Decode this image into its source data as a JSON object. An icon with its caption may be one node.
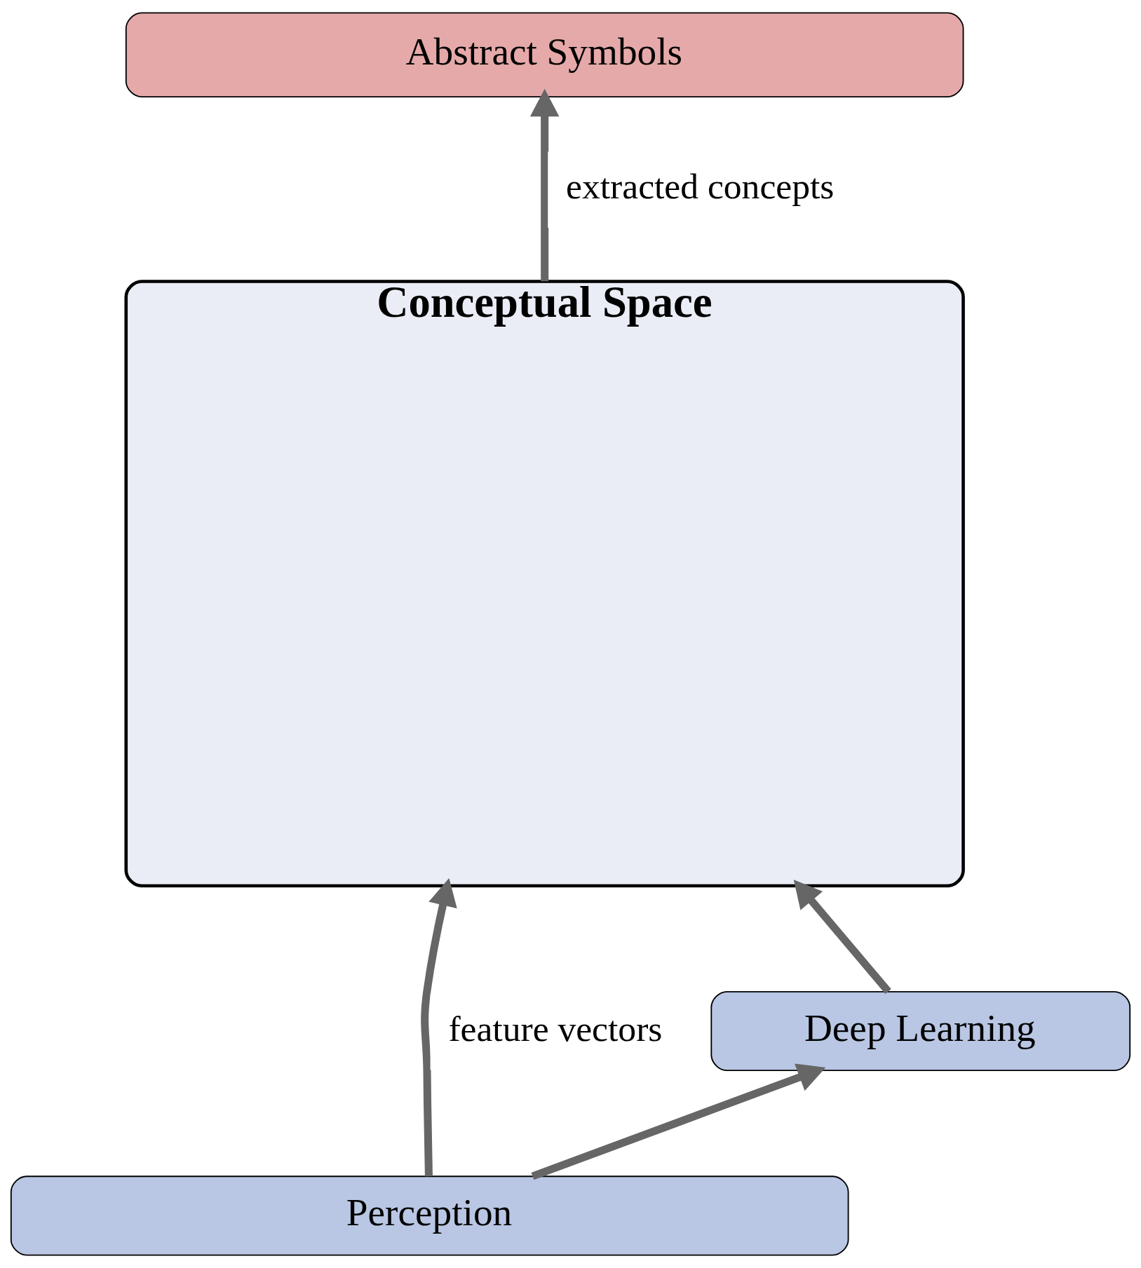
{
  "diagram": {
    "nodes": [
      {
        "text": [
          "Abstract Symbols"
        ]
      },
      {
        "text": [
          "Conceptual Space"
        ]
      },
      {
        "text": [
          "Deep Learning"
        ]
      },
      {
        "text": [
          "Perception"
        ]
      }
    ],
    "edges": [
      {
        "from": 1,
        "to": 0,
        "arrow": "to",
        "label": "extracted concepts"
      },
      {
        "from": 3,
        "to": 1,
        "arrow": "to",
        "label": "feature vectors"
      },
      {
        "from": 2,
        "to": 1,
        "arrow": "to"
      },
      {
        "from": 3,
        "to": 2,
        "arrow": "to"
      }
    ]
  }
}
